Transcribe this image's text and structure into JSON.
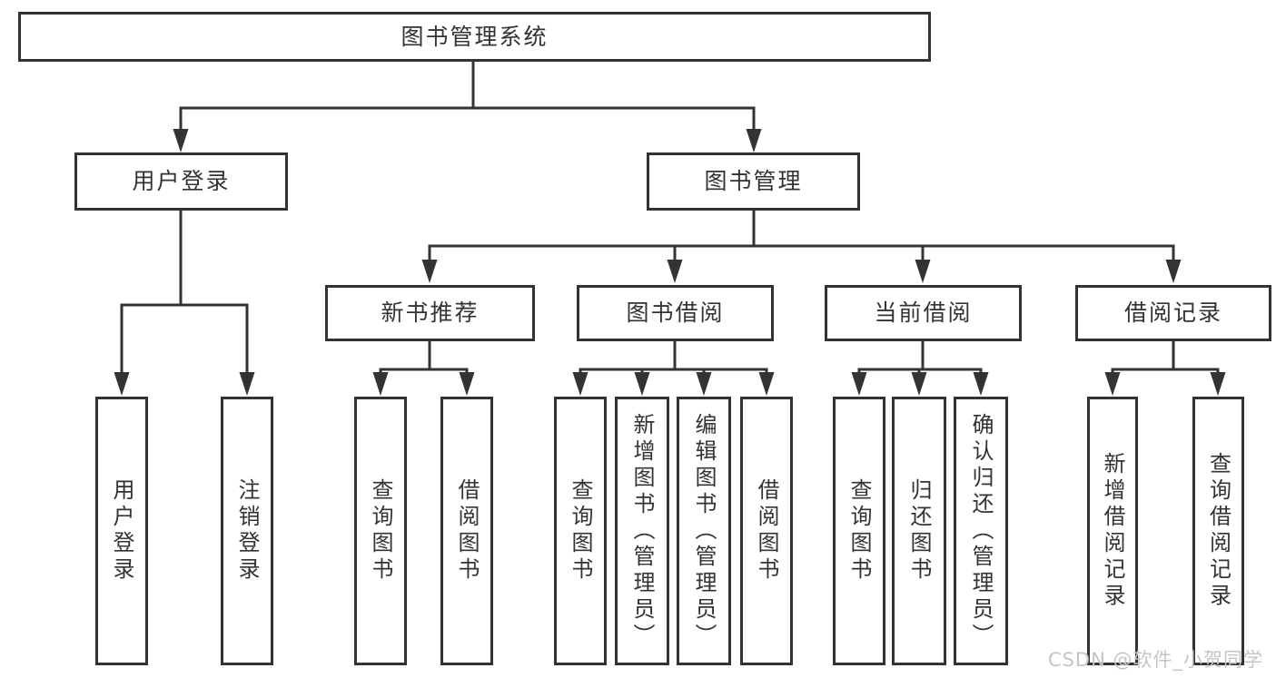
{
  "tree": {
    "root": {
      "label": "图书管理系统",
      "children": [
        {
          "label": "用户登录",
          "children": [
            {
              "label": "用户登录"
            },
            {
              "label": "注销登录"
            }
          ]
        },
        {
          "label": "图书管理",
          "children": [
            {
              "label": "新书推荐",
              "children": [
                {
                  "label": "查询图书"
                },
                {
                  "label": "借阅图书"
                }
              ]
            },
            {
              "label": "图书借阅",
              "children": [
                {
                  "label": "查询图书"
                },
                {
                  "label": "新增图书（管理员）"
                },
                {
                  "label": "编辑图书（管理员）"
                },
                {
                  "label": "借阅图书"
                }
              ]
            },
            {
              "label": "当前借阅",
              "children": [
                {
                  "label": "查询图书"
                },
                {
                  "label": "归还图书"
                },
                {
                  "label": "确认归还（管理员）"
                }
              ]
            },
            {
              "label": "借阅记录",
              "children": [
                {
                  "label": "新增借阅记录"
                },
                {
                  "label": "查询借阅记录"
                }
              ]
            }
          ]
        }
      ]
    }
  },
  "watermark": {
    "text": "CSDN @软件_小贺同学"
  },
  "colors": {
    "line": "#333333",
    "text": "#333333",
    "background": "#ffffff",
    "watermark": "#c5c5c5"
  }
}
